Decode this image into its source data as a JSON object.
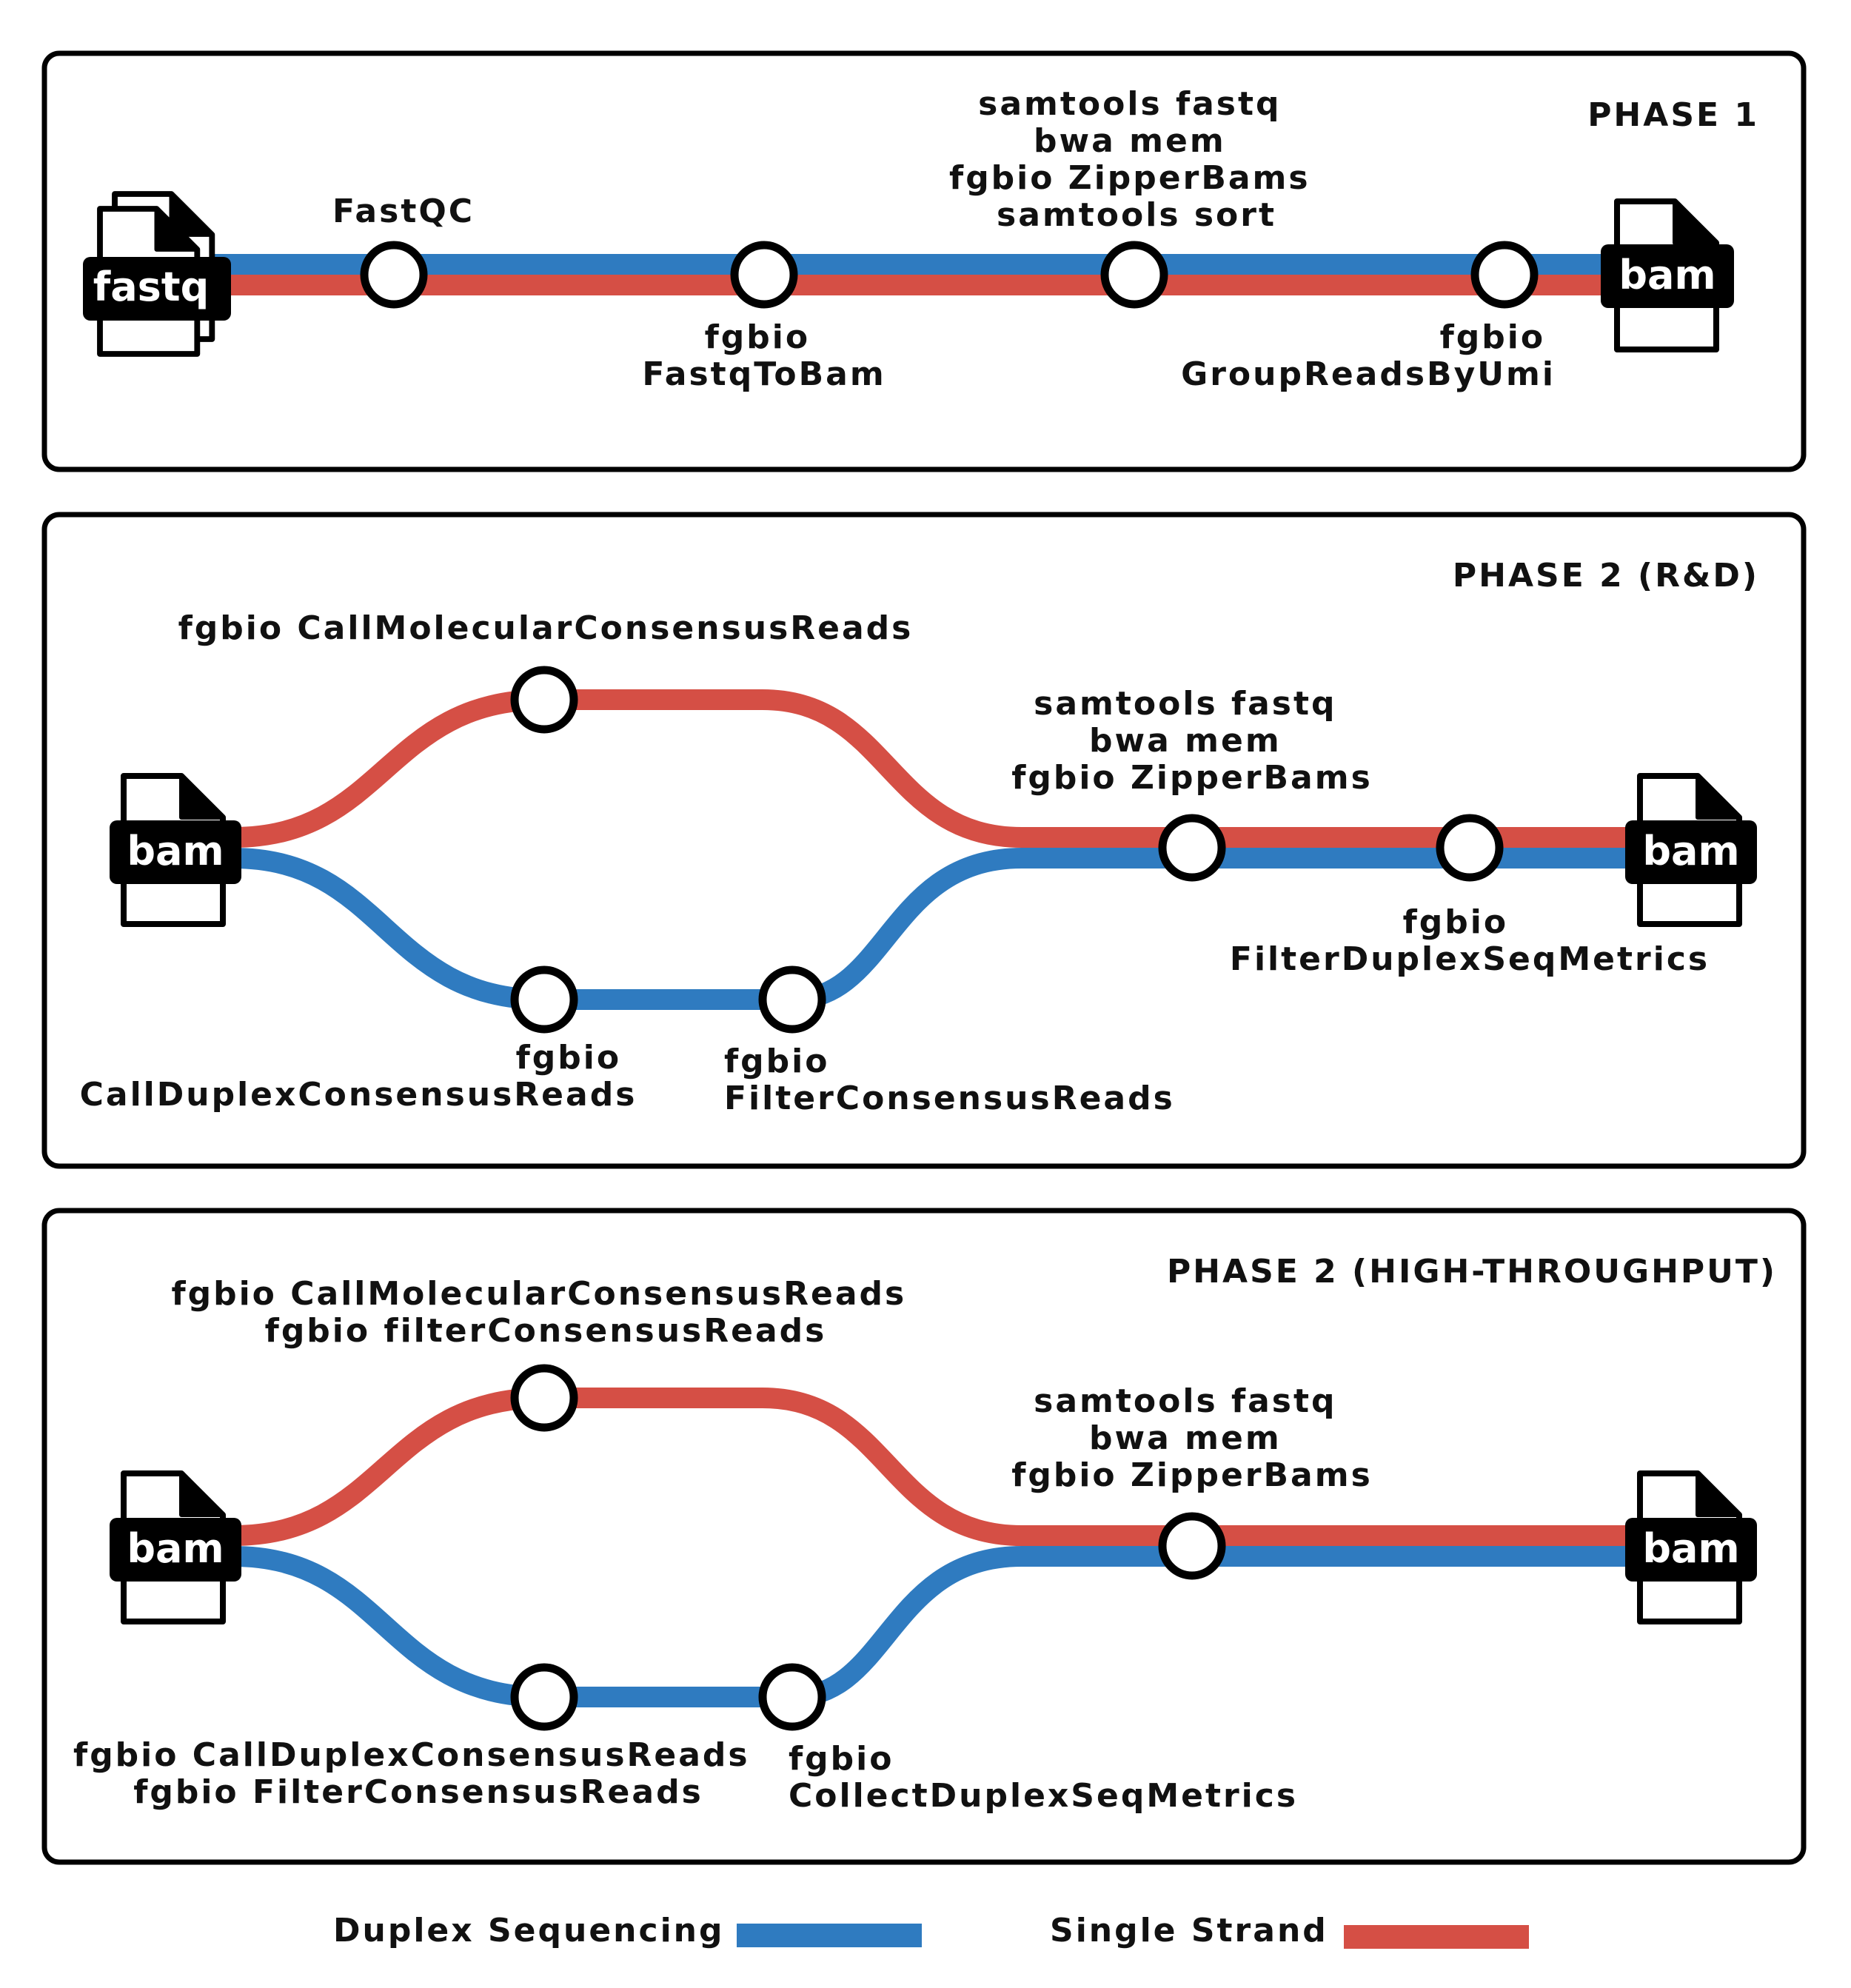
{
  "colors": {
    "duplex": "#2f7bc0",
    "single": "#d54f45",
    "outline": "#000000"
  },
  "phase1": {
    "title": "PHASE 1",
    "input_file": "fastq",
    "output_file": "bam",
    "steps": {
      "fastqc": "FastQC",
      "fastq_to_bam": [
        "fgbio",
        "FastqToBam"
      ],
      "align": [
        "samtools fastq",
        "bwa mem",
        "fgbio ZipperBams",
        "samtools sort"
      ],
      "group": [
        "fgbio",
        "GroupReadsByUmi"
      ]
    }
  },
  "phase2_rd": {
    "title": "PHASE 2 (R&D)",
    "input_file": "bam",
    "output_file": "bam",
    "steps": {
      "molecular": "fgbio CallMolecularConsensusReads",
      "duplex": [
        "fgbio",
        "CallDuplexConsensusReads"
      ],
      "filter": [
        "fgbio",
        "FilterConsensusReads"
      ],
      "align": [
        "samtools fastq",
        "bwa mem",
        "fgbio ZipperBams"
      ],
      "metrics": [
        "fgbio",
        "FilterDuplexSeqMetrics"
      ]
    }
  },
  "phase2_ht": {
    "title": "PHASE 2 (HIGH-THROUGHPUT)",
    "input_file": "bam",
    "output_file": "bam",
    "steps": {
      "molecular": [
        "fgbio CallMolecularConsensusReads",
        "fgbio filterConsensusReads"
      ],
      "duplex": [
        "fgbio CallDuplexConsensusReads",
        "fgbio FilterConsensusReads"
      ],
      "metrics": [
        "fgbio",
        "CollectDuplexSeqMetrics"
      ],
      "align": [
        "samtools fastq",
        "bwa mem",
        "fgbio ZipperBams"
      ]
    }
  },
  "legend": {
    "duplex": "Duplex Sequencing",
    "single": "Single Strand"
  }
}
